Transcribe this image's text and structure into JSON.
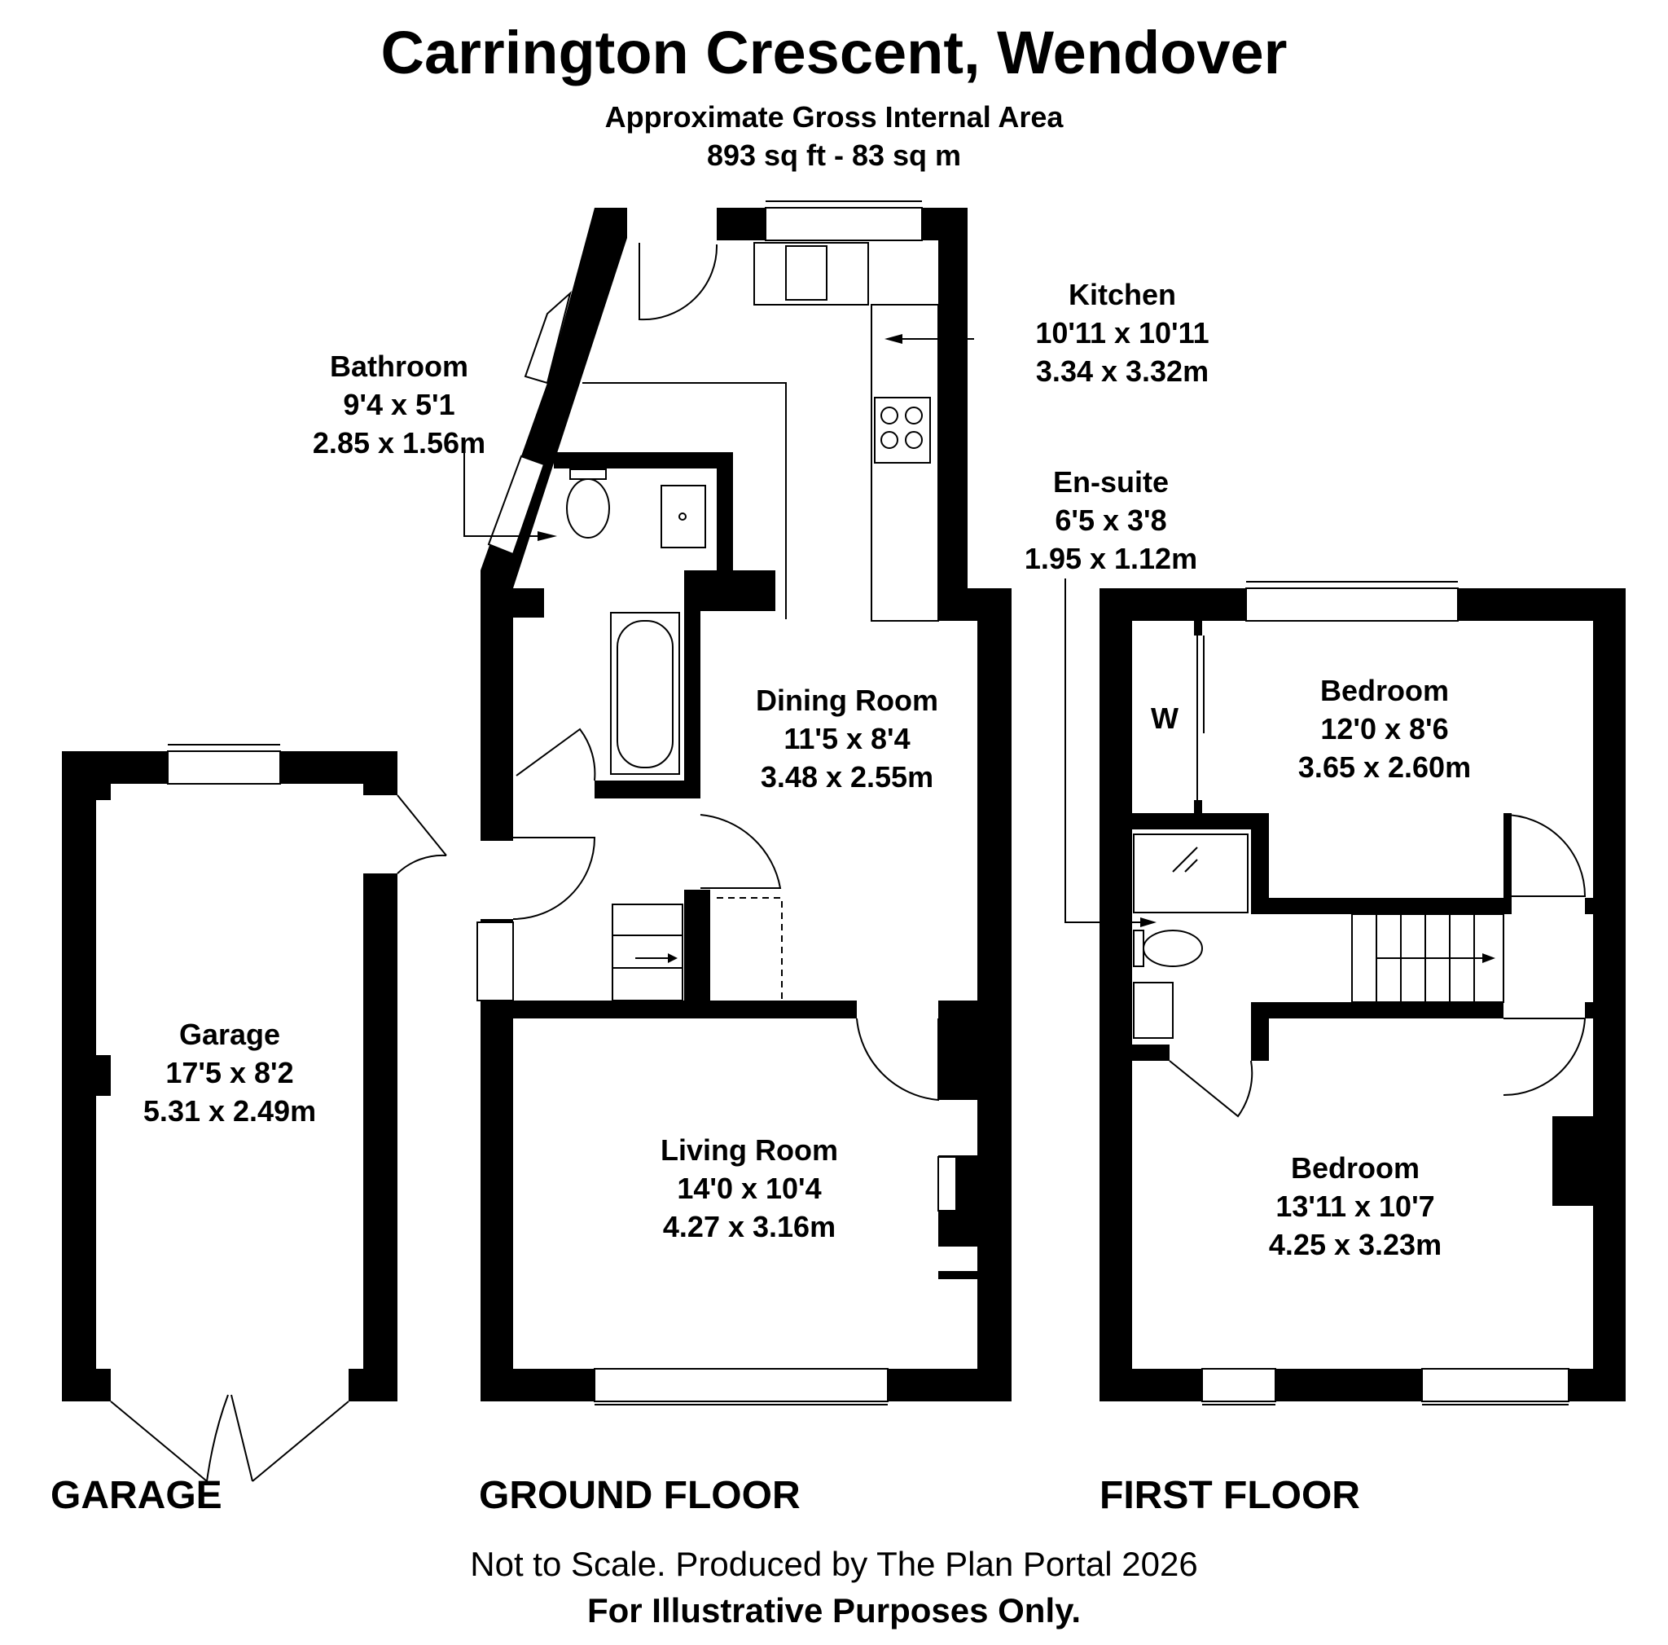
{
  "header": {
    "title": "Carrington Crescent, Wendover",
    "area_label": "Approximate Gross Internal Area",
    "area_value": "893 sq ft - 83 sq m"
  },
  "rooms": {
    "kitchen": {
      "name": "Kitchen",
      "imperial": "10'11 x 10'11",
      "metric": "3.34 x 3.32m"
    },
    "bathroom": {
      "name": "Bathroom",
      "imperial": "9'4 x 5'1",
      "metric": "2.85 x 1.56m"
    },
    "ensuite": {
      "name": "En-suite",
      "imperial": "6'5 x 3'8",
      "metric": "1.95 x 1.12m"
    },
    "dining": {
      "name": "Dining Room",
      "imperial": "11'5 x 8'4",
      "metric": "3.48 x 2.55m"
    },
    "bedroom1": {
      "name": "Bedroom",
      "imperial": "12'0 x 8'6",
      "metric": "3.65 x 2.60m"
    },
    "garage": {
      "name": "Garage",
      "imperial": "17'5 x 8'2",
      "metric": "5.31 x 2.49m"
    },
    "living": {
      "name": "Living Room",
      "imperial": "14'0 x 10'4",
      "metric": "4.27 x 3.16m"
    },
    "bedroom2": {
      "name": "Bedroom",
      "imperial": "13'11 x 10'7",
      "metric": "4.25 x 3.23m"
    },
    "wardrobe": {
      "name": "W"
    }
  },
  "floors": {
    "garage": "GARAGE",
    "ground": "GROUND FLOOR",
    "first": "FIRST FLOOR"
  },
  "footer": {
    "line1": "Not to Scale. Produced by The Plan Portal 2026",
    "line2": "For Illustrative Purposes Only."
  }
}
